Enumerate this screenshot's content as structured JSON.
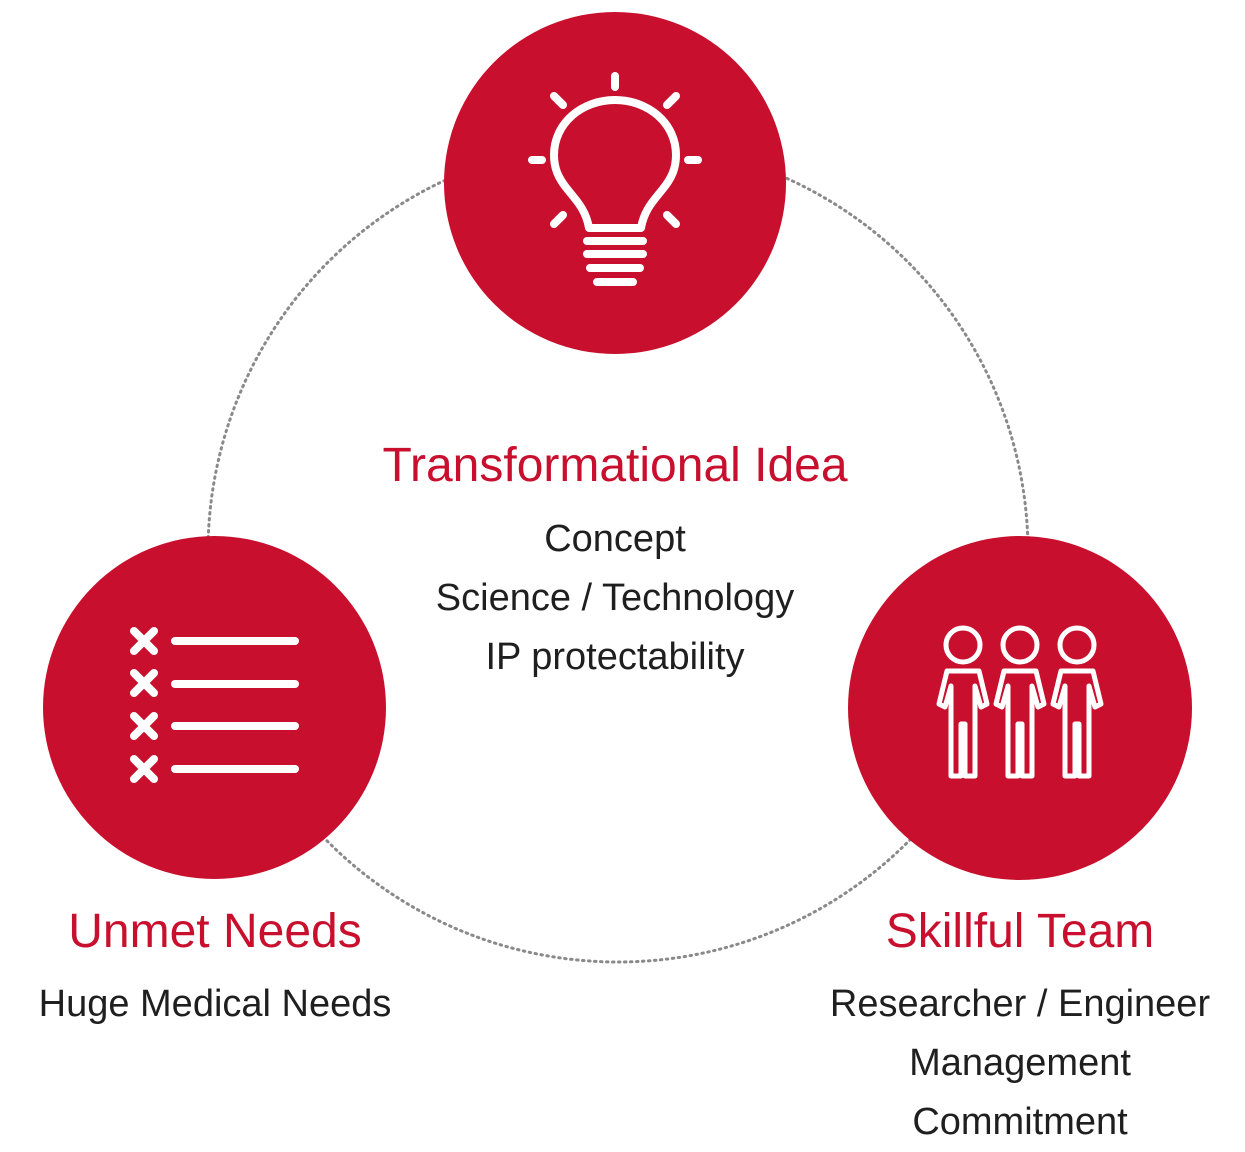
{
  "colors": {
    "accent": "#c8102e",
    "body_text": "#1f1f1f",
    "connector": "#8a8a8a",
    "icon": "#ffffff"
  },
  "nodes": {
    "idea": {
      "icon": "lightbulb-icon",
      "title": "Transformational Idea",
      "details": [
        "Concept",
        "Science / Technology",
        "IP protectability"
      ]
    },
    "needs": {
      "icon": "checklist-icon",
      "title": "Unmet Needs",
      "details": [
        "Huge Medical Needs"
      ]
    },
    "team": {
      "icon": "team-icon",
      "title": "Skillful Team",
      "details": [
        "Researcher / Engineer",
        "Management",
        "Commitment"
      ]
    }
  }
}
